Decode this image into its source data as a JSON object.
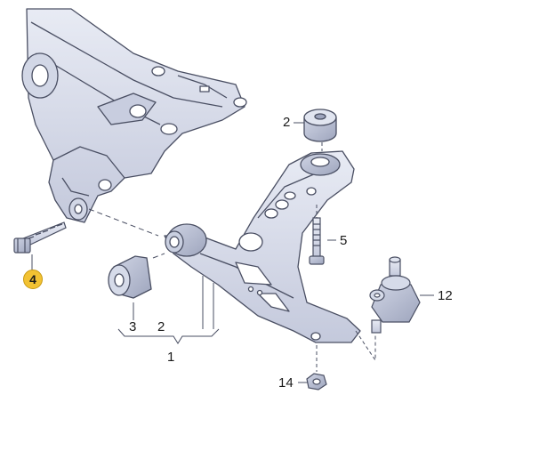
{
  "labels": {
    "part_1": "1",
    "part_2_top": "2",
    "part_2_bracket": "2",
    "part_3": "3",
    "part_4": "4",
    "part_5": "5",
    "part_12": "12",
    "part_14": "14"
  },
  "colors": {
    "part_fill": "#dde1ee",
    "part_shade": "#b9bfd4",
    "outline": "#4a4f63",
    "highlight_badge": "#f2c233"
  }
}
